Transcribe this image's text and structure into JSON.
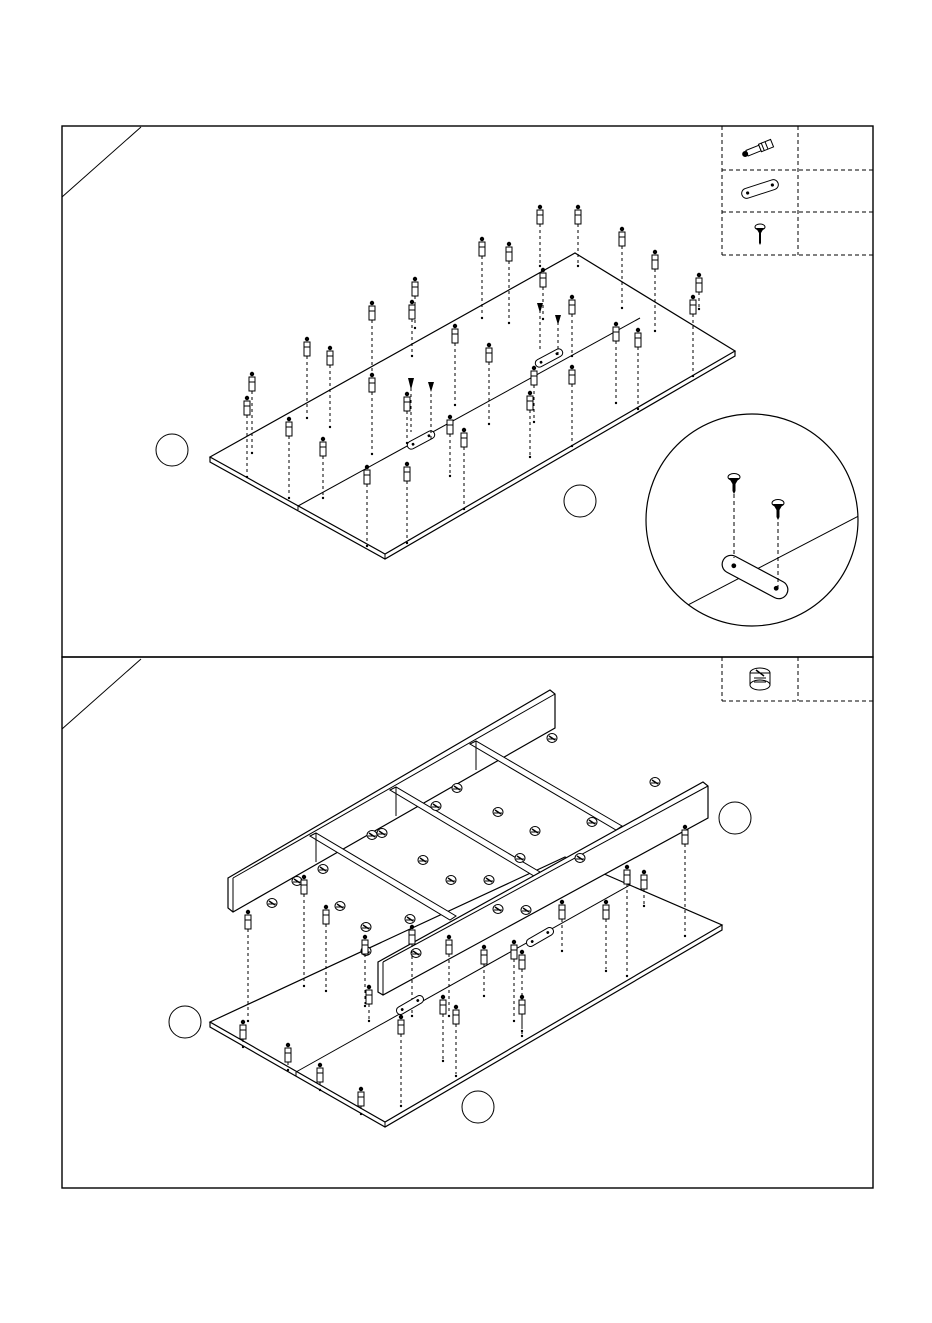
{
  "page": {
    "background": "#ffffff",
    "line_color": "#000000",
    "dash_color": "#000000"
  },
  "steps": [
    {
      "id": "step-1",
      "step_number": "",
      "hardware_legend": [
        {
          "part": "cam-bolt-dowel",
          "icon": "cam-bolt-icon",
          "quantity": ""
        },
        {
          "part": "connecting-plate",
          "icon": "connecting-plate-icon",
          "quantity": ""
        },
        {
          "part": "screw",
          "icon": "screw-icon",
          "quantity": ""
        }
      ],
      "part_callouts": [
        "",
        ""
      ],
      "detail_view": {
        "shows": [
          "connecting-plate-icon",
          "screw-icon"
        ]
      }
    },
    {
      "id": "step-2",
      "step_number": "",
      "hardware_legend": [
        {
          "part": "cam-lock",
          "icon": "cam-lock-icon",
          "quantity": ""
        }
      ],
      "part_callouts": [
        "",
        "",
        ""
      ]
    }
  ]
}
